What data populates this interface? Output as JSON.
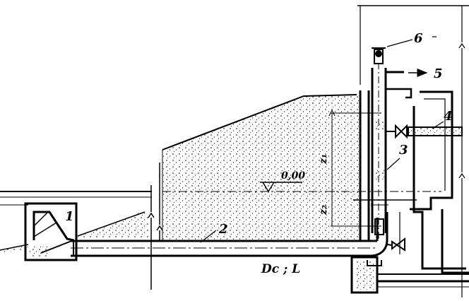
{
  "labels": {
    "callout_1": "1",
    "callout_2": "2",
    "callout_3": "3",
    "callout_4": "4",
    "callout_5": "5",
    "callout_6": "6",
    "level_mark": "0,00",
    "z1": "z₁",
    "z2": "z₂",
    "pipe_spec": "Dc ; L"
  }
}
